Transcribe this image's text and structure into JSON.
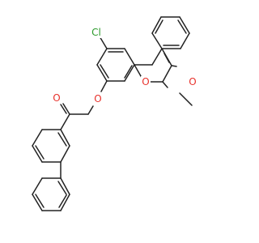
{
  "molecule": {
    "atoms": {
      "chlorine": {
        "label": "Cl",
        "color": "#2b9a2b"
      },
      "ether_oxygen": {
        "label": "O",
        "color": "#e8322c"
      },
      "ketone_oxygen": {
        "label": "O",
        "color": "#e8322c"
      },
      "ring_oxygen": {
        "label": "O",
        "color": "#e8322c"
      },
      "lactone_carbonyl_oxygen": {
        "label": "O",
        "color": "#e8322c"
      }
    },
    "bond_color": "#222222"
  }
}
